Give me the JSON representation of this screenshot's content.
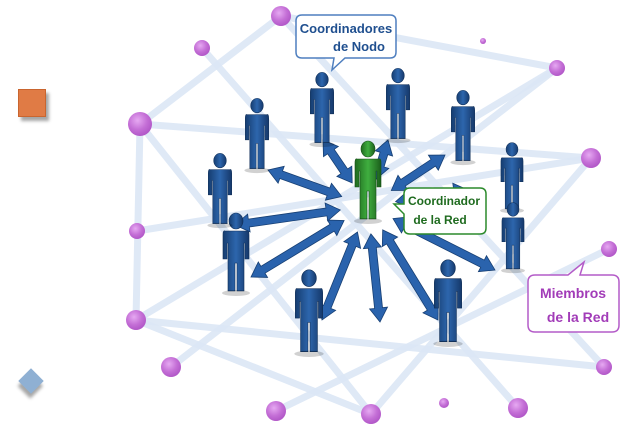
{
  "labels": {
    "node_coordinators_line1": "Coordinadores",
    "node_coordinators_line2": "de Nodo",
    "network_coordinator_line1": "Coordinador",
    "network_coordinator_line2": "de la Red",
    "members_line1": "Miembros",
    "members_line2": "de la Red"
  },
  "colors": {
    "background": "#ffffff",
    "member_dot": "#c46fd6",
    "network_line": "#dce7f6",
    "person_blue": "#1d4f8f",
    "person_green": "#2b8a2b",
    "arrow_blue": "#2a63ad",
    "callout_blue_text": "#1f4f8f",
    "callout_green_text": "#1f6b1f",
    "callout_purple_text": "#a23cb8",
    "deco_square": "#e07b45",
    "deco_diamond": "#8fb0d3"
  },
  "icons": [
    "person-figure-icon",
    "double-arrow-icon",
    "speech-bubble-icon"
  ]
}
